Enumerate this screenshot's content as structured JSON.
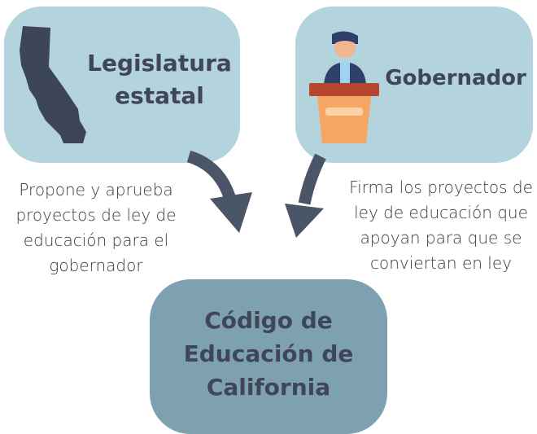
{
  "legislature": {
    "title": "Legislatura estatal",
    "description": "Propone y aprueba proyectos de ley de educación para el gobernador"
  },
  "governor": {
    "title": "Gobernador",
    "description": "Firma los proyectos de ley de educación que apoyan para que se conviertan en ley"
  },
  "code": {
    "title": "Código de Educación de California"
  },
  "icons": {
    "state": "california-map-icon",
    "governor": "speaker-at-podium-icon",
    "arrow": "curved-arrow-icon"
  },
  "colors": {
    "top_box": "#b3d3dd",
    "bottom_box": "#7da1b1",
    "heading_text": "#3e4658",
    "arrow": "#4a5568"
  }
}
